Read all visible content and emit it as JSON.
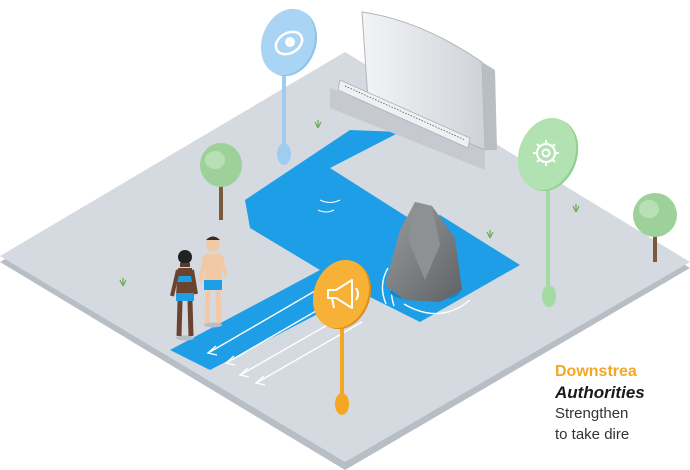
{
  "colors": {
    "ground": "#d5dae0",
    "ground_edge": "#b8bec6",
    "water": "#1d9ee6",
    "pin_blue": "#9fcdf0",
    "pin_green": "#a3dba3",
    "pin_orange": "#f5a623",
    "rock": "#7a7d80",
    "tree": "#9ed19a",
    "building": "#e4e6ea"
  },
  "icons": {
    "blue_pin": "eye-icon",
    "green_pin": "gear-icon",
    "orange_pin": "megaphone-icon"
  },
  "caption": {
    "title": "Downstrea",
    "subtitle": "Authorities",
    "line1": "Strengthen",
    "line2": "to take dire"
  }
}
